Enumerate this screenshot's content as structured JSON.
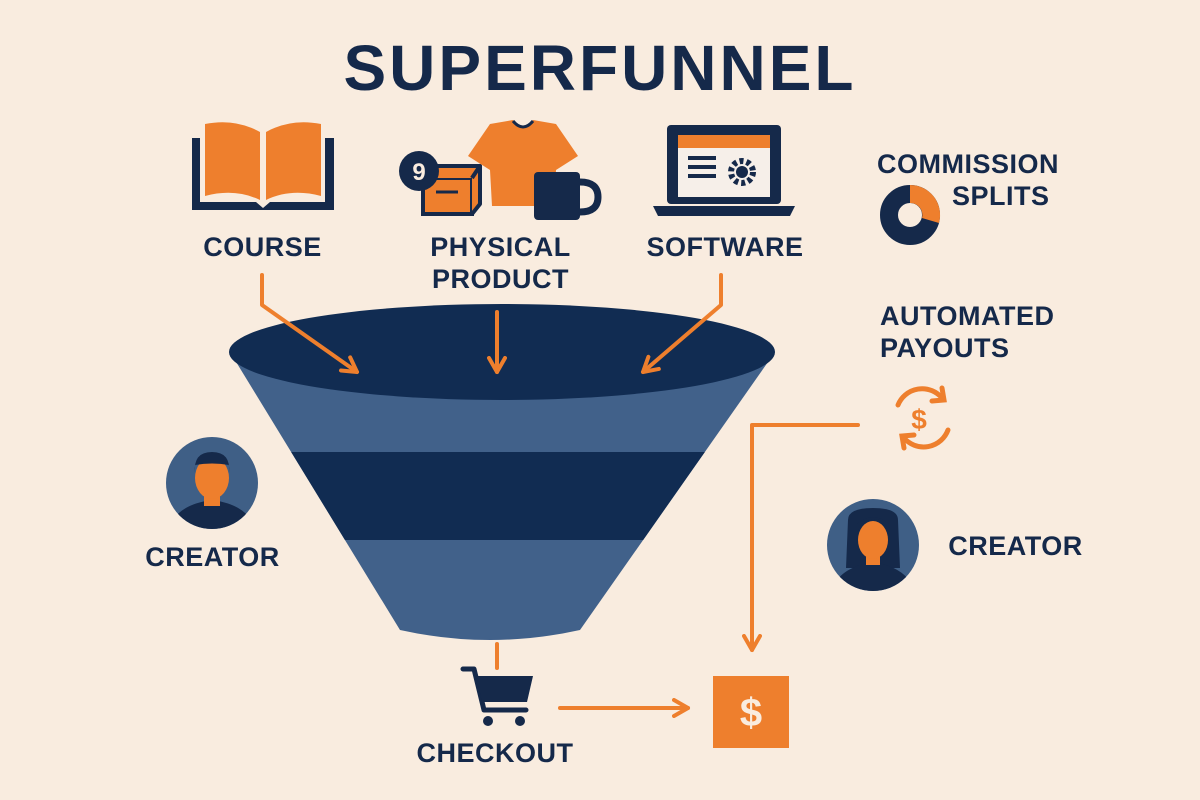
{
  "title": "SUPERFUNNEL",
  "inputs": {
    "course": "COURSE",
    "physical_product": [
      "PHYSICAL",
      "PRODUCT"
    ],
    "software": "SOFTWARE"
  },
  "box_badge": "9",
  "commission_splits": [
    "COMMISSION",
    "SPLITS"
  ],
  "automated_payouts": [
    "AUTOMATED",
    "PAYOUTS"
  ],
  "creator_left": "CREATOR",
  "creator_right": "CREATOR",
  "checkout": "CHECKOUT",
  "dollar_symbol": "$",
  "colors": {
    "background": "#f9ecdf",
    "navy": "#15294a",
    "orange": "#ee7f2d",
    "funnel_light": "#41618a",
    "funnel_dark": "#112c52"
  },
  "icons": [
    "book-icon",
    "box-icon",
    "tshirt-icon",
    "mug-icon",
    "laptop-icon",
    "donut-chart-icon",
    "payout-cycle-icon",
    "creator-avatar-icon",
    "cart-icon",
    "dollar-icon"
  ]
}
